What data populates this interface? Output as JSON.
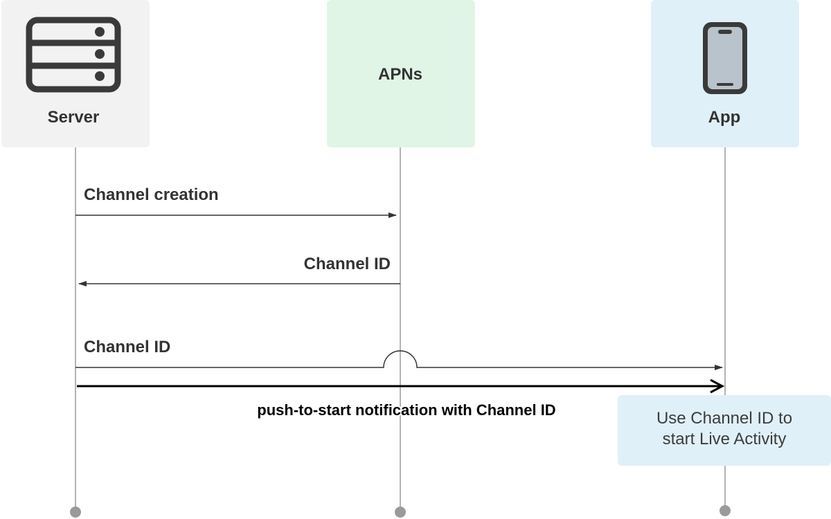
{
  "participants": {
    "server": {
      "label": "Server",
      "icon": "server-rack-icon",
      "color": "#f2f2f2"
    },
    "apns": {
      "label": "APNs",
      "color": "#e0f5e6"
    },
    "app": {
      "label": "App",
      "icon": "iphone-icon",
      "color": "#e0f0f8"
    }
  },
  "messages": {
    "channel_creation": "Channel creation",
    "channel_id_return": "Channel ID",
    "channel_id_to_app": "Channel ID",
    "push_to_start": "push-to-start notification with Channel ID"
  },
  "note": {
    "line1": "Use Channel ID to",
    "line2": "start Live Activity",
    "color": "#e0f0f8"
  },
  "colors": {
    "lifeline": "#9a9a9a",
    "arrow": "#333333",
    "bold_arrow": "#000000",
    "icon": "#3a3a3a",
    "phone_screen": "#b9c3cb"
  }
}
